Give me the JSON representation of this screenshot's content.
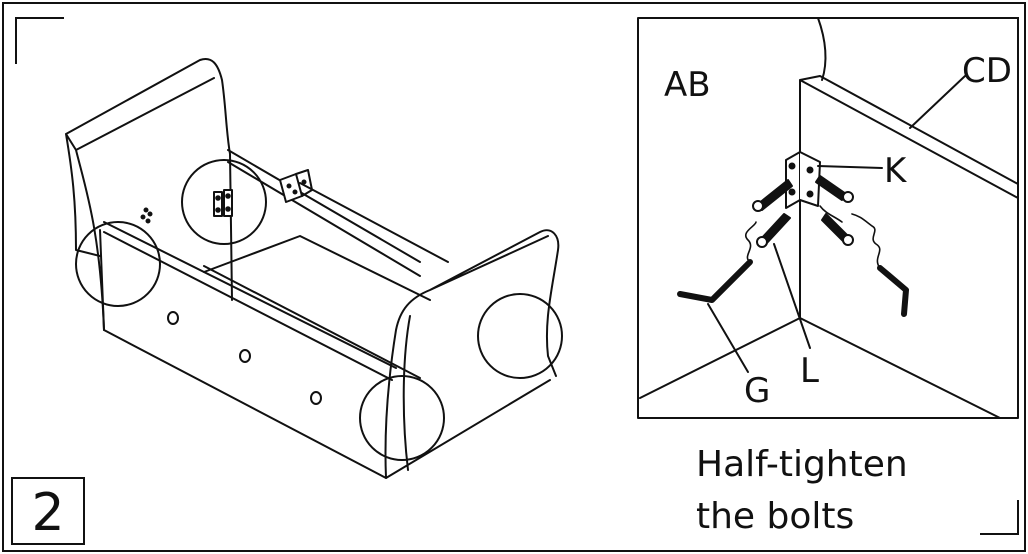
{
  "step": {
    "number": "2"
  },
  "detail": {
    "labels": {
      "ab": "AB",
      "cd": "CD",
      "k": "K",
      "l": "L",
      "g": "G"
    }
  },
  "caption": {
    "line1": "Half-tighten",
    "line2": "the bolts"
  },
  "colors": {
    "ink": "#111111",
    "paper": "#ffffff"
  }
}
